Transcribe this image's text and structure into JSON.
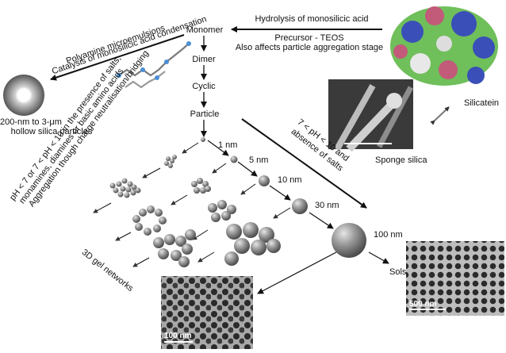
{
  "pathway": {
    "steps": [
      "Monomer",
      "Dimer",
      "Cyclic",
      "Particle"
    ]
  },
  "top_right": {
    "hydrolysis": "Hydrolysis of monosilicic acid",
    "precursor": "Precursor - TEOS",
    "aggregation": "Also affects particle aggregation stage"
  },
  "top_left": {
    "polyamine": "Polyamine microemulsions",
    "catalysis": "Catalysis of monosilicic acid condensation"
  },
  "hollow": {
    "line1": "200-nm to 3-μm",
    "line2": "hollow silica particles"
  },
  "sponge": {
    "label": "Sponge silica"
  },
  "silicatein": {
    "label": "Silicatein"
  },
  "conditions_left": {
    "line1": "pH < 7 or 7 < pH < 10 in the presence of salts,",
    "line2": "monamines, diamines or basic amino acids",
    "line3": "Aggregation though charge neutralisation/bridging"
  },
  "conditions_right": {
    "line1": "7 < pH < 10 and",
    "line2": "absence of salts"
  },
  "sizes": {
    "s1": "1 nm",
    "s5": "5 nm",
    "s10": "10 nm",
    "s30": "30 nm",
    "s100": "100 nm"
  },
  "outcomes": {
    "gel": "3D gel networks",
    "sols": "Sols"
  },
  "scalebars": {
    "left": "100 nm",
    "right": "500 nm"
  },
  "colors": {
    "sphere": "#8a8a8a",
    "arrow": "#111111",
    "tem_bg": "#9a9a9a",
    "sem_bg": "#555555"
  }
}
